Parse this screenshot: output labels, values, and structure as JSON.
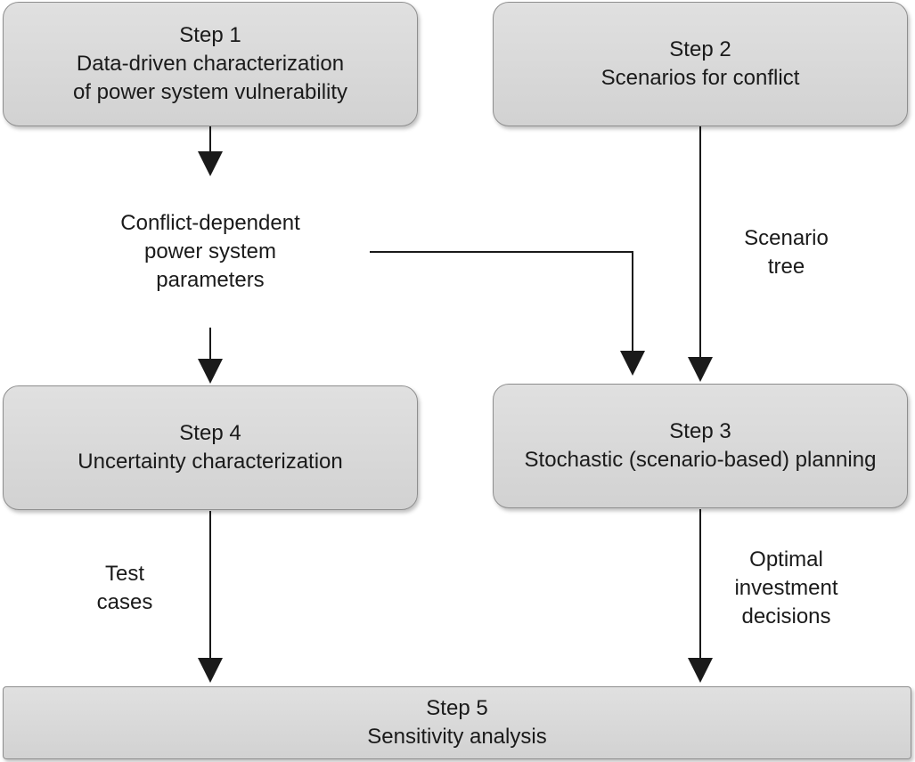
{
  "steps": {
    "step1": {
      "title": "Step 1",
      "lines": [
        "Data-driven characterization",
        "of power system vulnerability"
      ]
    },
    "step2": {
      "title": "Step 2",
      "lines": [
        "Scenarios for conflict"
      ]
    },
    "step3": {
      "title": "Step 3",
      "lines": [
        "Stochastic (scenario-based) planning"
      ]
    },
    "step4": {
      "title": "Step 4",
      "lines": [
        "Uncertainty characterization"
      ]
    },
    "step5": {
      "title": "Step 5",
      "lines": [
        "Sensitivity analysis"
      ]
    }
  },
  "labels": {
    "conflict_params": [
      "Conflict-dependent",
      "power system",
      "parameters"
    ],
    "scenario_tree": [
      "Scenario",
      "tree"
    ],
    "test_cases": [
      "Test",
      "cases"
    ],
    "optimal_decisions": [
      "Optimal",
      "investment",
      "decisions"
    ]
  },
  "colors": {
    "box_fill": "#d8d8d8",
    "box_border": "#8e8e8e",
    "arrow": "#1a1a1a"
  }
}
